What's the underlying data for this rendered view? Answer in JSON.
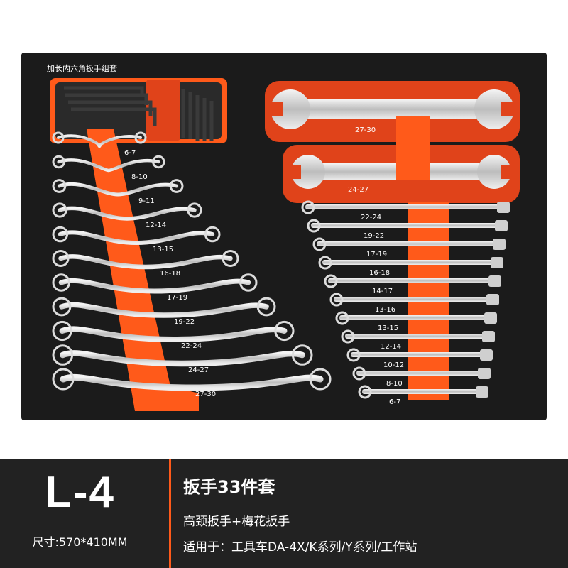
{
  "foam_title": "加长内六角扳手组套",
  "double_open_ends": [
    "27-30",
    "24-27"
  ],
  "left_set_sizes": [
    "6-7",
    "8-10",
    "9-11",
    "12-14",
    "13-15",
    "16-18",
    "17-19",
    "19-22",
    "22-24",
    "24-27",
    "27-30"
  ],
  "right_set_sizes": [
    "22-24",
    "19-22",
    "17-19",
    "16-18",
    "14-17",
    "13-16",
    "13-15",
    "12-14",
    "10-12",
    "8-10",
    "6-7"
  ],
  "bottom": {
    "model": "L-4",
    "size": "尺寸:570*410MM",
    "title": "扳手33件套",
    "line1": "高颈扳手+梅花扳手",
    "line2": "适用于：工具车DA-4X/K系列/Y系列/工作站"
  },
  "colors": {
    "foam": "#1b1b1b",
    "accent": "#ff5a1a",
    "bar": "#222222"
  }
}
